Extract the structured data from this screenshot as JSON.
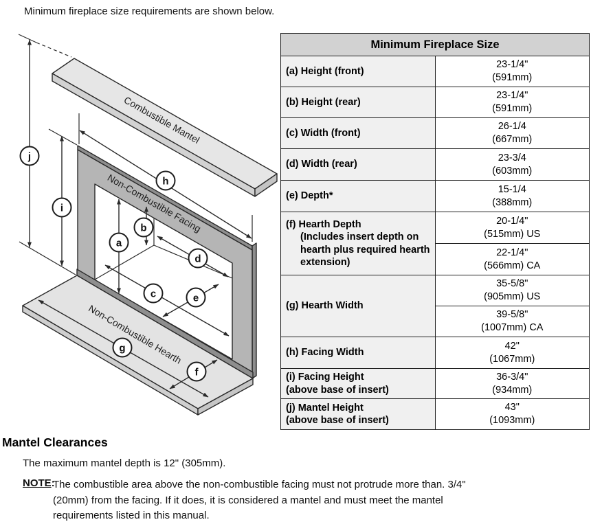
{
  "intro": "Minimum fireplace size requirements are shown below.",
  "diagram": {
    "parts": {
      "mantel": "Combustible Mantel",
      "facing": "Non-Combustible Facing",
      "hearth": "Non-Combustible Hearth"
    },
    "callouts": {
      "a": "a",
      "b": "b",
      "c": "c",
      "d": "d",
      "e": "e",
      "f": "f",
      "g": "g",
      "h": "h",
      "i": "i",
      "j": "j"
    },
    "colors": {
      "mantel_top": "#e6e6e6",
      "facing_front": "#b5b5b5",
      "facing_edge": "#8e8e8e",
      "hearth_top": "#e3e3e3",
      "line": "#2a2a2a"
    }
  },
  "table": {
    "title": "Minimum Fireplace Size",
    "rows": [
      {
        "label": "(a) Height (front)",
        "v": "23-1/4\"",
        "mm": "(591mm)"
      },
      {
        "label": "(b) Height (rear)",
        "v": "23-1/4\"",
        "mm": "(591mm)"
      },
      {
        "label": "(c) Width (front)",
        "v": "26-1/4",
        "mm": "(667mm)"
      },
      {
        "label": "(d) Width (rear)",
        "v": "23-3/4",
        "mm": "(603mm)"
      },
      {
        "label": "(e) Depth*",
        "v": "15-1/4",
        "mm": "(388mm)"
      },
      {
        "label": "(f) Hearth Depth",
        "sub": [
          "(Includes insert depth on",
          "hearth plus required hearth",
          "extension)"
        ],
        "v1": "20-1/4\"",
        "mm1": "(515mm) US",
        "v2": "22-1/4\"",
        "mm2": "(566mm) CA"
      },
      {
        "label": "(g) Hearth Width",
        "v1": "35-5/8\"",
        "mm1": "(905mm) US",
        "v2": "39-5/8\"",
        "mm2": "(1007mm) CA"
      },
      {
        "label": "(h) Facing Width",
        "v": "42\"",
        "mm": "(1067mm)"
      },
      {
        "label": "(i) Facing Height",
        "label2": "(above base of insert)",
        "v": "36-3/4\"",
        "mm": "(934mm)"
      },
      {
        "label": "(j) Mantel Height",
        "label2": "(above base of insert)",
        "v": "43\"",
        "mm": "(1093mm)"
      }
    ]
  },
  "mantel_clearances": {
    "heading": "Mantel Clearances",
    "line1": "The maximum mantel depth is 12\" (305mm).",
    "note_word": "NOTE",
    "note_colon": ":",
    "note_lines": [
      "The combustible area above the non-combustible facing must not protrude more than.  3/4\"",
      "(20mm) from the facing.  If it does, it is considered a mantel and must meet the mantel",
      "requirements listed in this manual."
    ]
  }
}
